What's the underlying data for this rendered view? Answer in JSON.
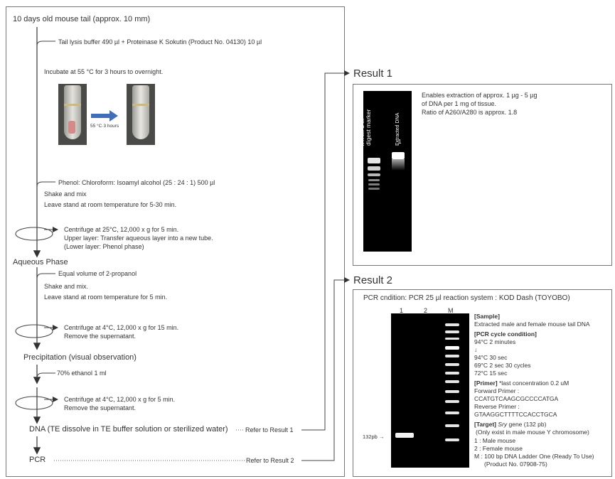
{
  "protocol": {
    "start": "10 days old mouse tail (approx. 10 mm)",
    "lysis": "Tail lysis buffer 490 µl + Proteinase K Sokutin (Product  No. 04130) 10 µl",
    "incubate": "Incubate at 55 °C for 3 hours to overnight.",
    "arrow_label": "55 °C·3 hours",
    "phenol": "Phenol: Chloroform: Isoamyl alcohol (25 : 24 : 1) 500 µl",
    "shake1": "Shake and mix",
    "stand1": "Leave stand at room temperature for 5-30 min.",
    "cent1_a": "Centrifuge at 25°C, 12,000 x g for 5 min.",
    "cent1_b": "Upper layer: Transfer aqueous layer into a new tube.",
    "cent1_c": "(Lower layer: Phenol phase)",
    "aqueous": "Aqueous Phase",
    "propanol": "Equal volume of 2-propanol",
    "shake2": "Shake and mix.",
    "stand2": "Leave stand at room temperature for 5 min.",
    "cent2_a": "Centrifuge at 4°C, 12,000 x g for 15 min.",
    "cent2_b": "Remove the supernatant.",
    "precip": "Precipitation (visual observation)",
    "ethanol": "70% ethanol   1 ml",
    "cent3_a": "Centrifuge at 4°C, 12,000 x g for 5 min.",
    "cent3_b": "Remove the supernatant.",
    "dna": "DNA (TE dissolve in TE buffer solution or sterilized water)",
    "dna_ref": "Refer to Result 1",
    "pcr": "PCR",
    "pcr_ref": "Refer to Result 2"
  },
  "result1": {
    "title": "Result 1",
    "lane_marker_1": "λ /Hin d III",
    "lane_marker_2": "digest marker",
    "lane_sample": "Extracted DNA",
    "lane_sample_num": "1",
    "desc1": "Enables extraction of approx. 1 µg - 5 µg",
    "desc2": "of DNA per 1 mg of tissue.",
    "desc3": "Ratio of A260/A280 is approx. 1.8"
  },
  "result2": {
    "title": "Result 2",
    "condition": "PCR cndition: PCR 25 µl reaction system : KOD Dash (TOYOBO)",
    "lane1": "1",
    "lane2": "2",
    "laneM": "M",
    "band_label": "132pb →",
    "sample_h": "[Sample]",
    "sample_t": "Extracted male and female mouse tail DNA",
    "cycle_h": "[PCR cycle condition]",
    "cycle_1": "94°C 2 minutes",
    "cycle_arrow": "↓",
    "cycle_2": "94°C 30 sec",
    "cycle_3": "69°C 2 sec   30 cycles",
    "cycle_4": "72°C 15 sec",
    "primer_h": "[Primer]",
    "primer_note": " *last concentration  0.2 uM",
    "fwd_h": "Forward Primer :",
    "fwd_seq": "CCATGTCAAGCGCCCCATGA",
    "rev_h": "Reverse Primer :",
    "rev_seq": "GTAAGGCTTTTCCACCTGCA",
    "target_h": "[Target]",
    "target_gene": " Sry",
    "target_t": " gene (132 pb)",
    "target_note": "(Only exist in male mouse Y chromosome)",
    "key1": "1 :   Male mouse",
    "key2": "2 :   Female mouse",
    "keyM": "M : 100 bp DNA Ladder One (Ready To Use)",
    "keyM2": "(Product No. 07908-75)"
  },
  "colors": {
    "line": "#555555",
    "arrow_blue": "#3f6fb8",
    "gel": "#000000",
    "box_border": "#777777"
  }
}
